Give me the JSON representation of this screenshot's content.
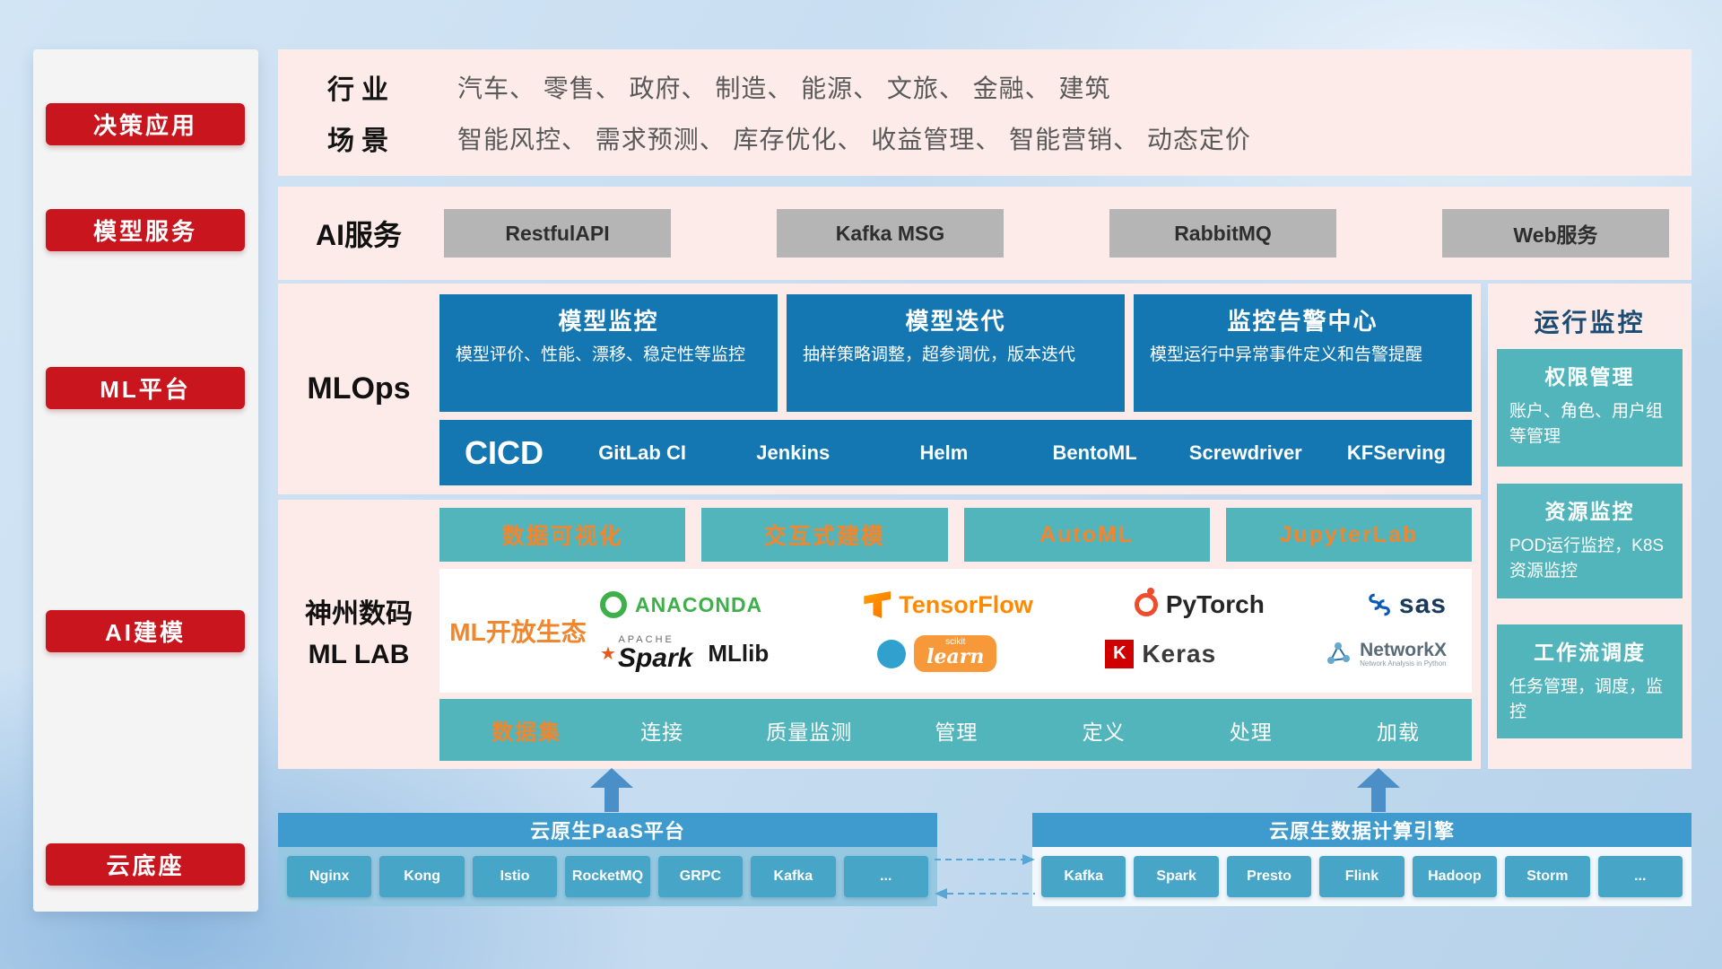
{
  "sidebar": {
    "items": [
      "决策应用",
      "模型服务",
      "ML平台",
      "AI建模",
      "云底座"
    ]
  },
  "top_panel": {
    "industry_label": "行业",
    "industries": "汽车、 零售、 政府、 制造、 能源、 文旅、 金融、 建筑",
    "scenario_label": "场景",
    "scenarios": "智能风控、 需求预测、 库存优化、 收益管理、 智能营销、 动态定价"
  },
  "ai_service": {
    "label": "AI服务",
    "items": [
      "RestfulAPI",
      "Kafka MSG",
      "RabbitMQ",
      "Web服务"
    ]
  },
  "mlops": {
    "label": "MLOps",
    "cards": [
      {
        "title": "模型监控",
        "desc": "模型评价、性能、漂移、稳定性等监控"
      },
      {
        "title": "模型迭代",
        "desc": "抽样策略调整，超参调优，版本迭代"
      },
      {
        "title": "监控告警中心",
        "desc": "模型运行中异常事件定义和告警提醒"
      }
    ],
    "cicd_label": "CICD",
    "cicd_tools": [
      "GitLab CI",
      "Jenkins",
      "Helm",
      "BentoML",
      "Screwdriver",
      "KFServing"
    ]
  },
  "monitoring": {
    "title": "运行监控",
    "cards": [
      {
        "title": "权限管理",
        "desc": "账户、角色、用户组等管理"
      },
      {
        "title": "资源监控",
        "desc": "POD运行监控，K8S资源监控"
      },
      {
        "title": "工作流调度",
        "desc": "任务管理，调度，监控"
      }
    ]
  },
  "mllab": {
    "label_line1": "神州数码",
    "label_line2": "ML LAB",
    "tools": [
      "数据可视化",
      "交互式建模",
      "AutoML",
      "JupyterLab"
    ],
    "eco_label": "ML开放生态",
    "logos": {
      "anaconda": "ANACONDA",
      "tensorflow": "TensorFlow",
      "pytorch": "PyTorch",
      "sas": "sas",
      "spark_apache": "APACHE",
      "spark": "Spark",
      "mllib": "MLlib",
      "scikit_top": "scikit",
      "scikit": "learn",
      "keras_k": "K",
      "keras": "Keras",
      "networkx": "NetworkX",
      "networkx_sub": "Network Analysis in Python"
    },
    "icons": {
      "spark_star": "★"
    },
    "dataset_label": "数据集",
    "dataset_items": [
      "连接",
      "质量监测",
      "管理",
      "定义",
      "处理",
      "加载"
    ]
  },
  "cloud": {
    "paas": {
      "title": "云原生PaaS平台",
      "items": [
        "Nginx",
        "Kong",
        "Istio",
        "RocketMQ",
        "GRPC",
        "Kafka",
        "..."
      ]
    },
    "engine": {
      "title": "云原生数据计算引擎",
      "items": [
        "Kafka",
        "Spark",
        "Presto",
        "Flink",
        "Hadoop",
        "Storm",
        "..."
      ]
    }
  },
  "colors": {
    "red": "#c9151e",
    "blue": "#1577b2",
    "teal": "#53b5bc",
    "orange": "#f0862e",
    "bar_blue": "#3f9bcd",
    "chip_blue": "#47a5c8"
  }
}
